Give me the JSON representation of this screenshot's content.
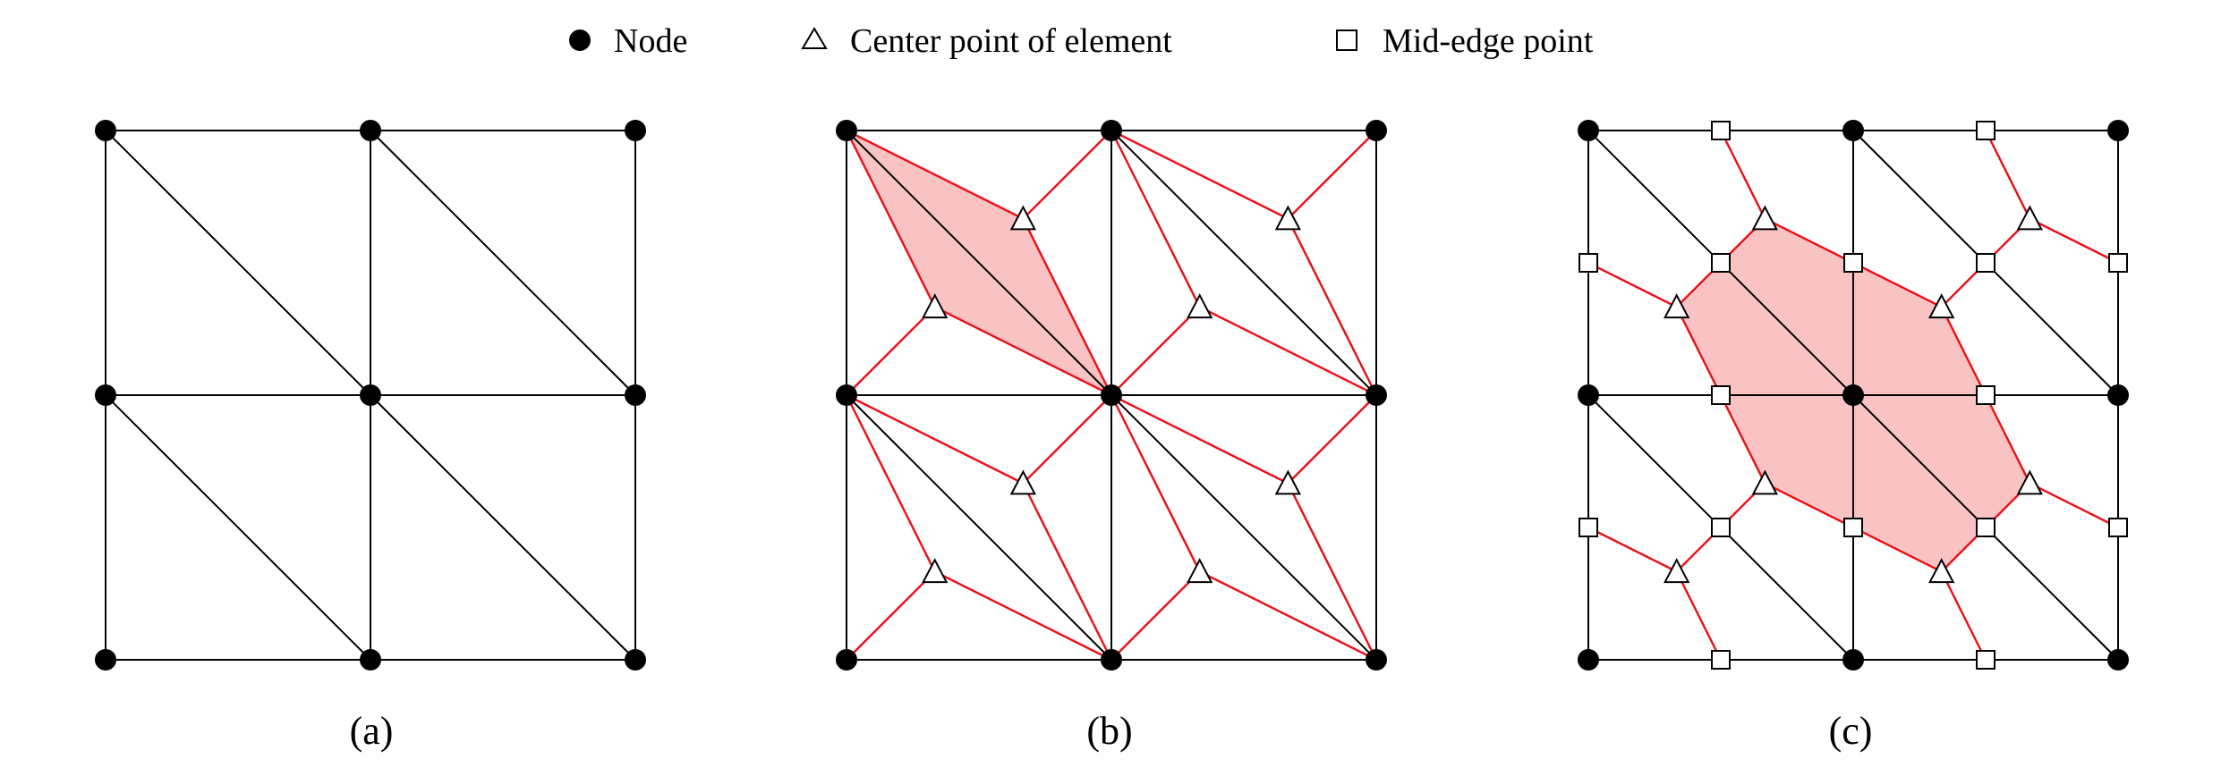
{
  "legend": {
    "node_label": "Node",
    "center_label": "Center point of element",
    "mid_edge_label": "Mid-edge point"
  },
  "panels": [
    {
      "label": "(a)"
    },
    {
      "label": "(b)"
    },
    {
      "label": "(c)"
    }
  ],
  "colors": {
    "mesh_line": "#000000",
    "smoothing_line": "#e8141b",
    "smoothing_fill": "#f9c3c4",
    "marker_fill": "#ffffff",
    "node_fill": "#000000"
  },
  "icons": {
    "node": "filled-circle-icon",
    "center_point": "triangle-outline-icon",
    "mid_edge_point": "square-outline-icon"
  }
}
